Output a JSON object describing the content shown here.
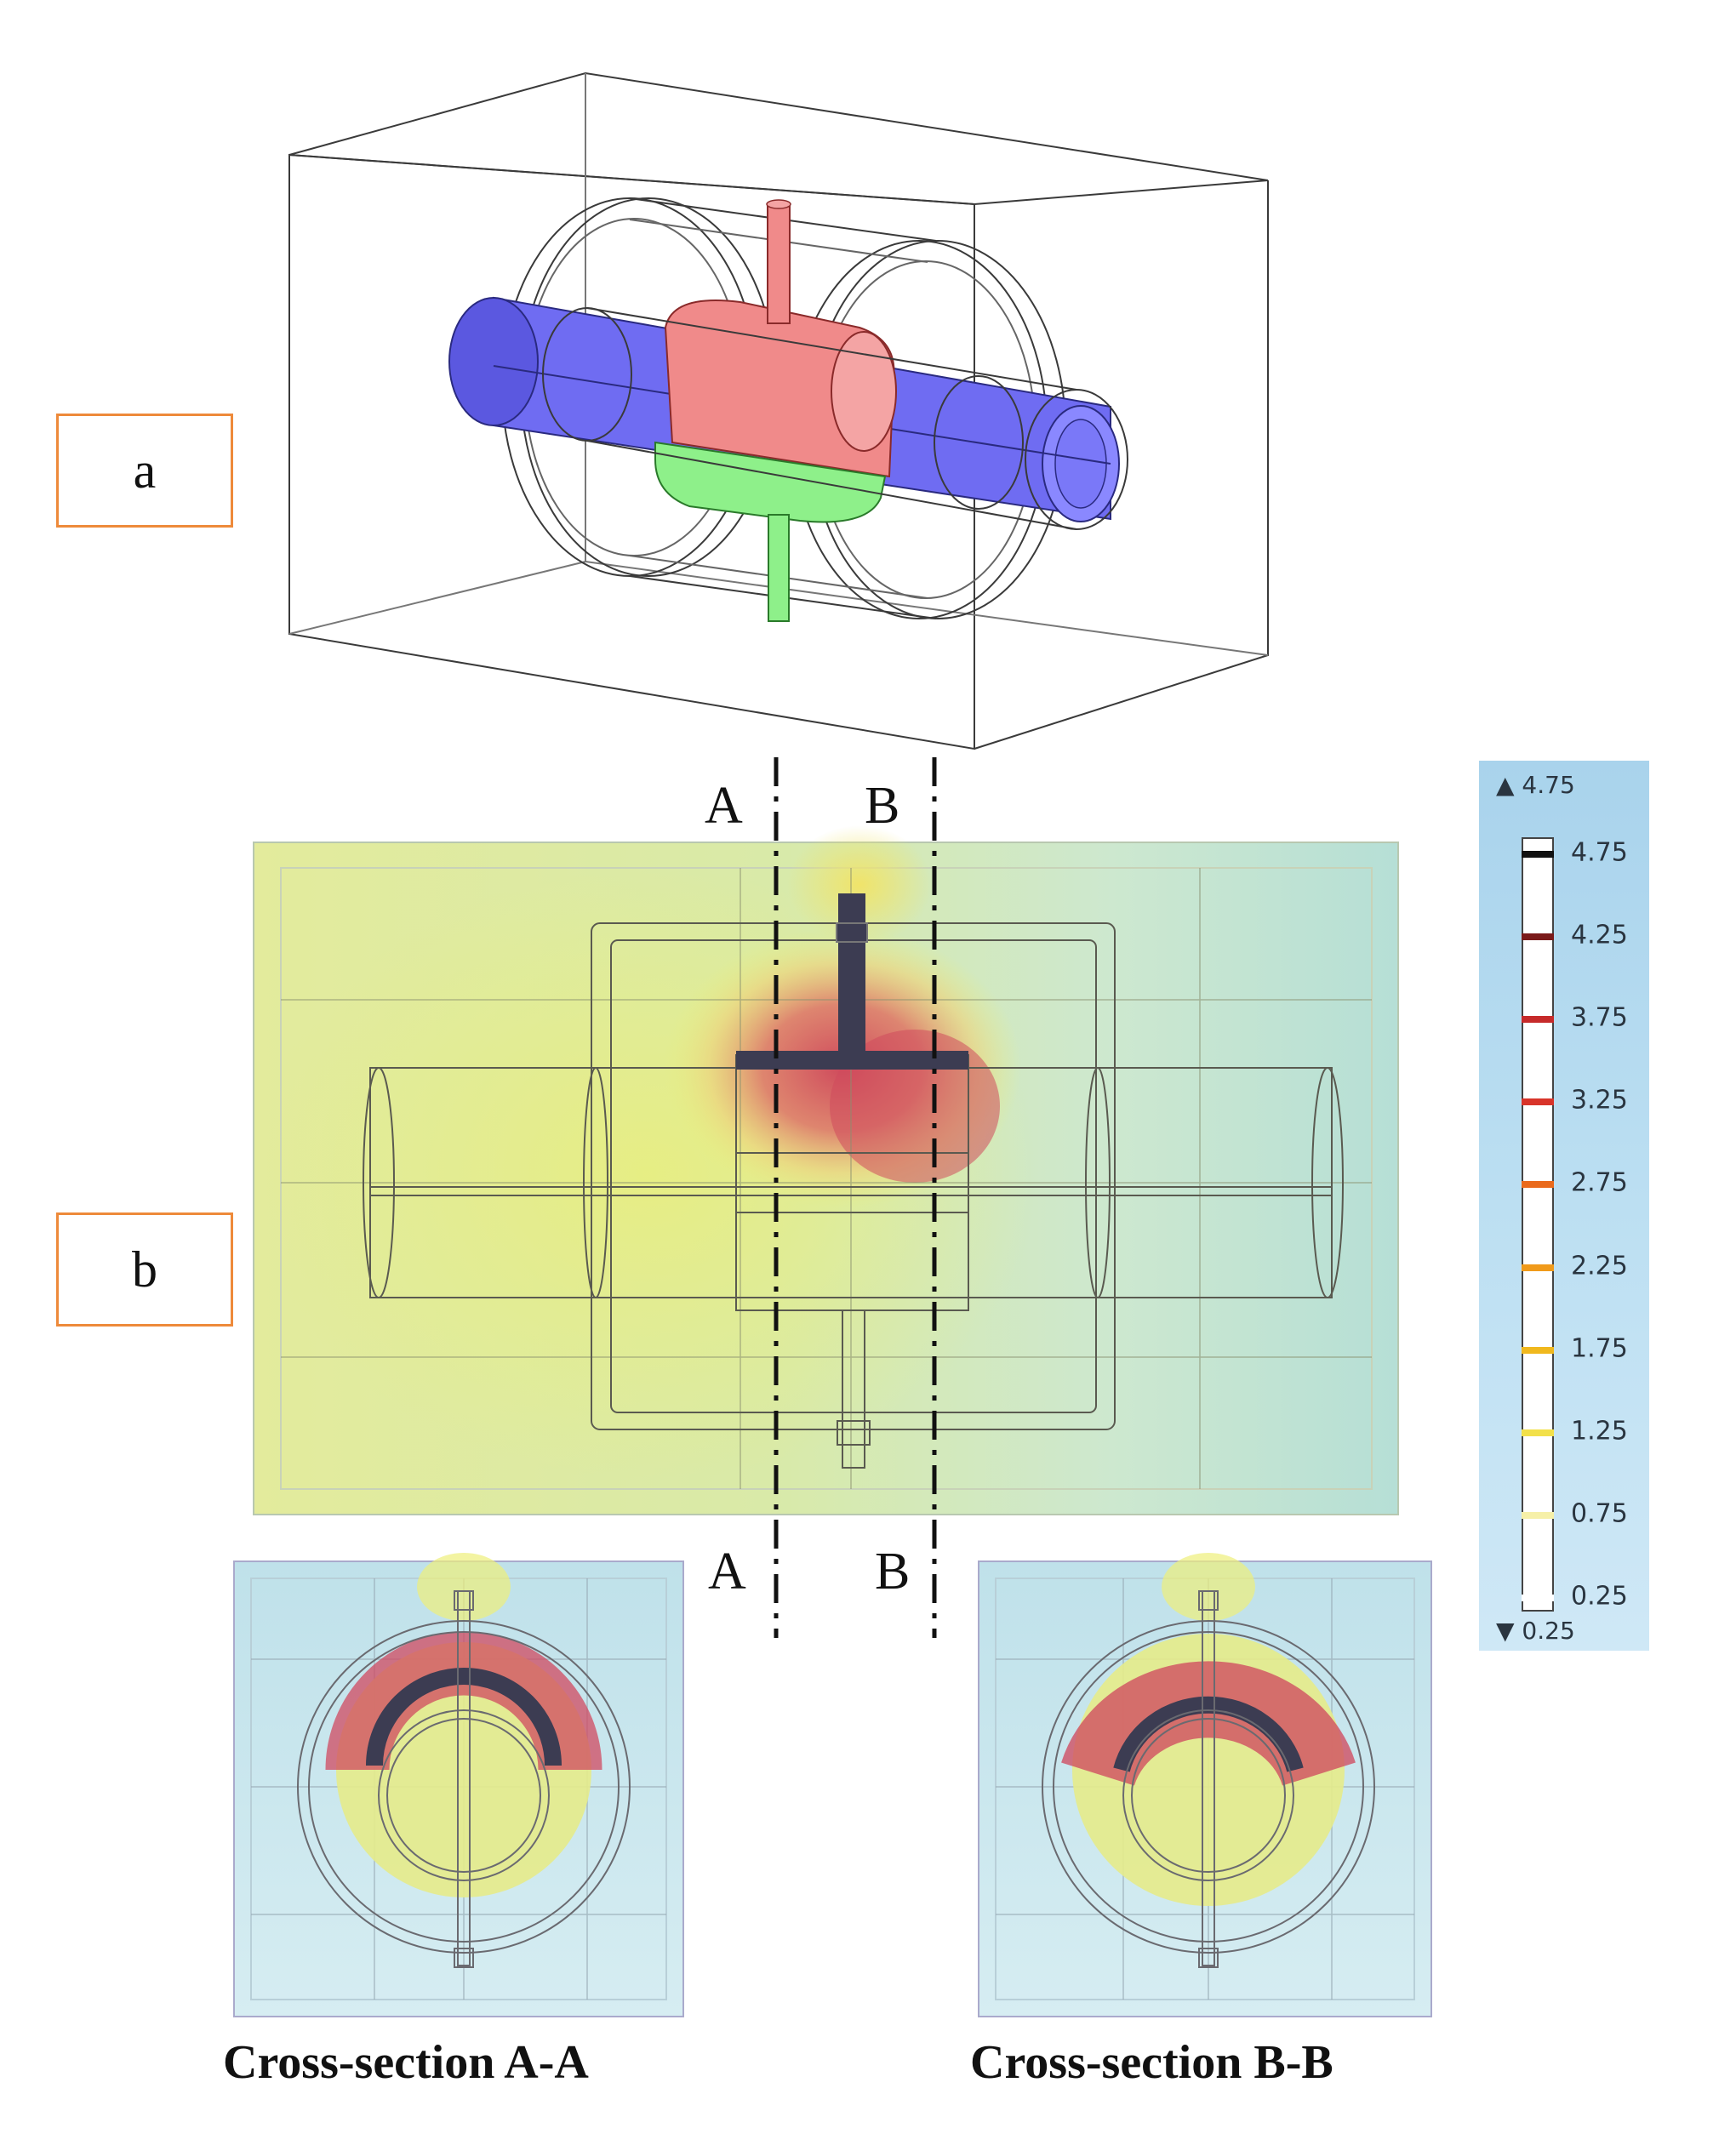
{
  "panels": {
    "a_label": "a",
    "b_label": "b"
  },
  "section_marks": {
    "top_a": "A",
    "top_b": "B",
    "bottom_a": "A",
    "bottom_b": "B"
  },
  "captions": {
    "section_a": "Cross-section A-A",
    "section_b": "Cross-section B-B"
  },
  "legend": {
    "max_label": "▲ 4.75",
    "min_label": "▼ 0.25",
    "ticks": [
      {
        "value": 4.75,
        "label": "4.75",
        "color": "#111111"
      },
      {
        "value": 4.25,
        "label": "4.25",
        "color": "#7a1a1a"
      },
      {
        "value": 3.75,
        "label": "3.75",
        "color": "#c62a2a"
      },
      {
        "value": 3.25,
        "label": "3.25",
        "color": "#d8342a"
      },
      {
        "value": 2.75,
        "label": "2.75",
        "color": "#ea6a1c"
      },
      {
        "value": 2.25,
        "label": "2.25",
        "color": "#f09a1a"
      },
      {
        "value": 1.75,
        "label": "1.75",
        "color": "#f0b81e"
      },
      {
        "value": 1.25,
        "label": "1.25",
        "color": "#f2e04a"
      },
      {
        "value": 0.75,
        "label": "0.75",
        "color": "#f6f0a8"
      },
      {
        "value": 0.25,
        "label": "0.25",
        "color": "#ffffff"
      }
    ]
  },
  "colors": {
    "conductor_blue": "#6f6cf2",
    "electrode_red": "#f08a8a",
    "electrode_green": "#8ef08a",
    "field_background": "#c7e6ea",
    "field_low": "#e6eb9a",
    "field_high": "#3c3c52",
    "label_border": "#ee8a3a"
  }
}
